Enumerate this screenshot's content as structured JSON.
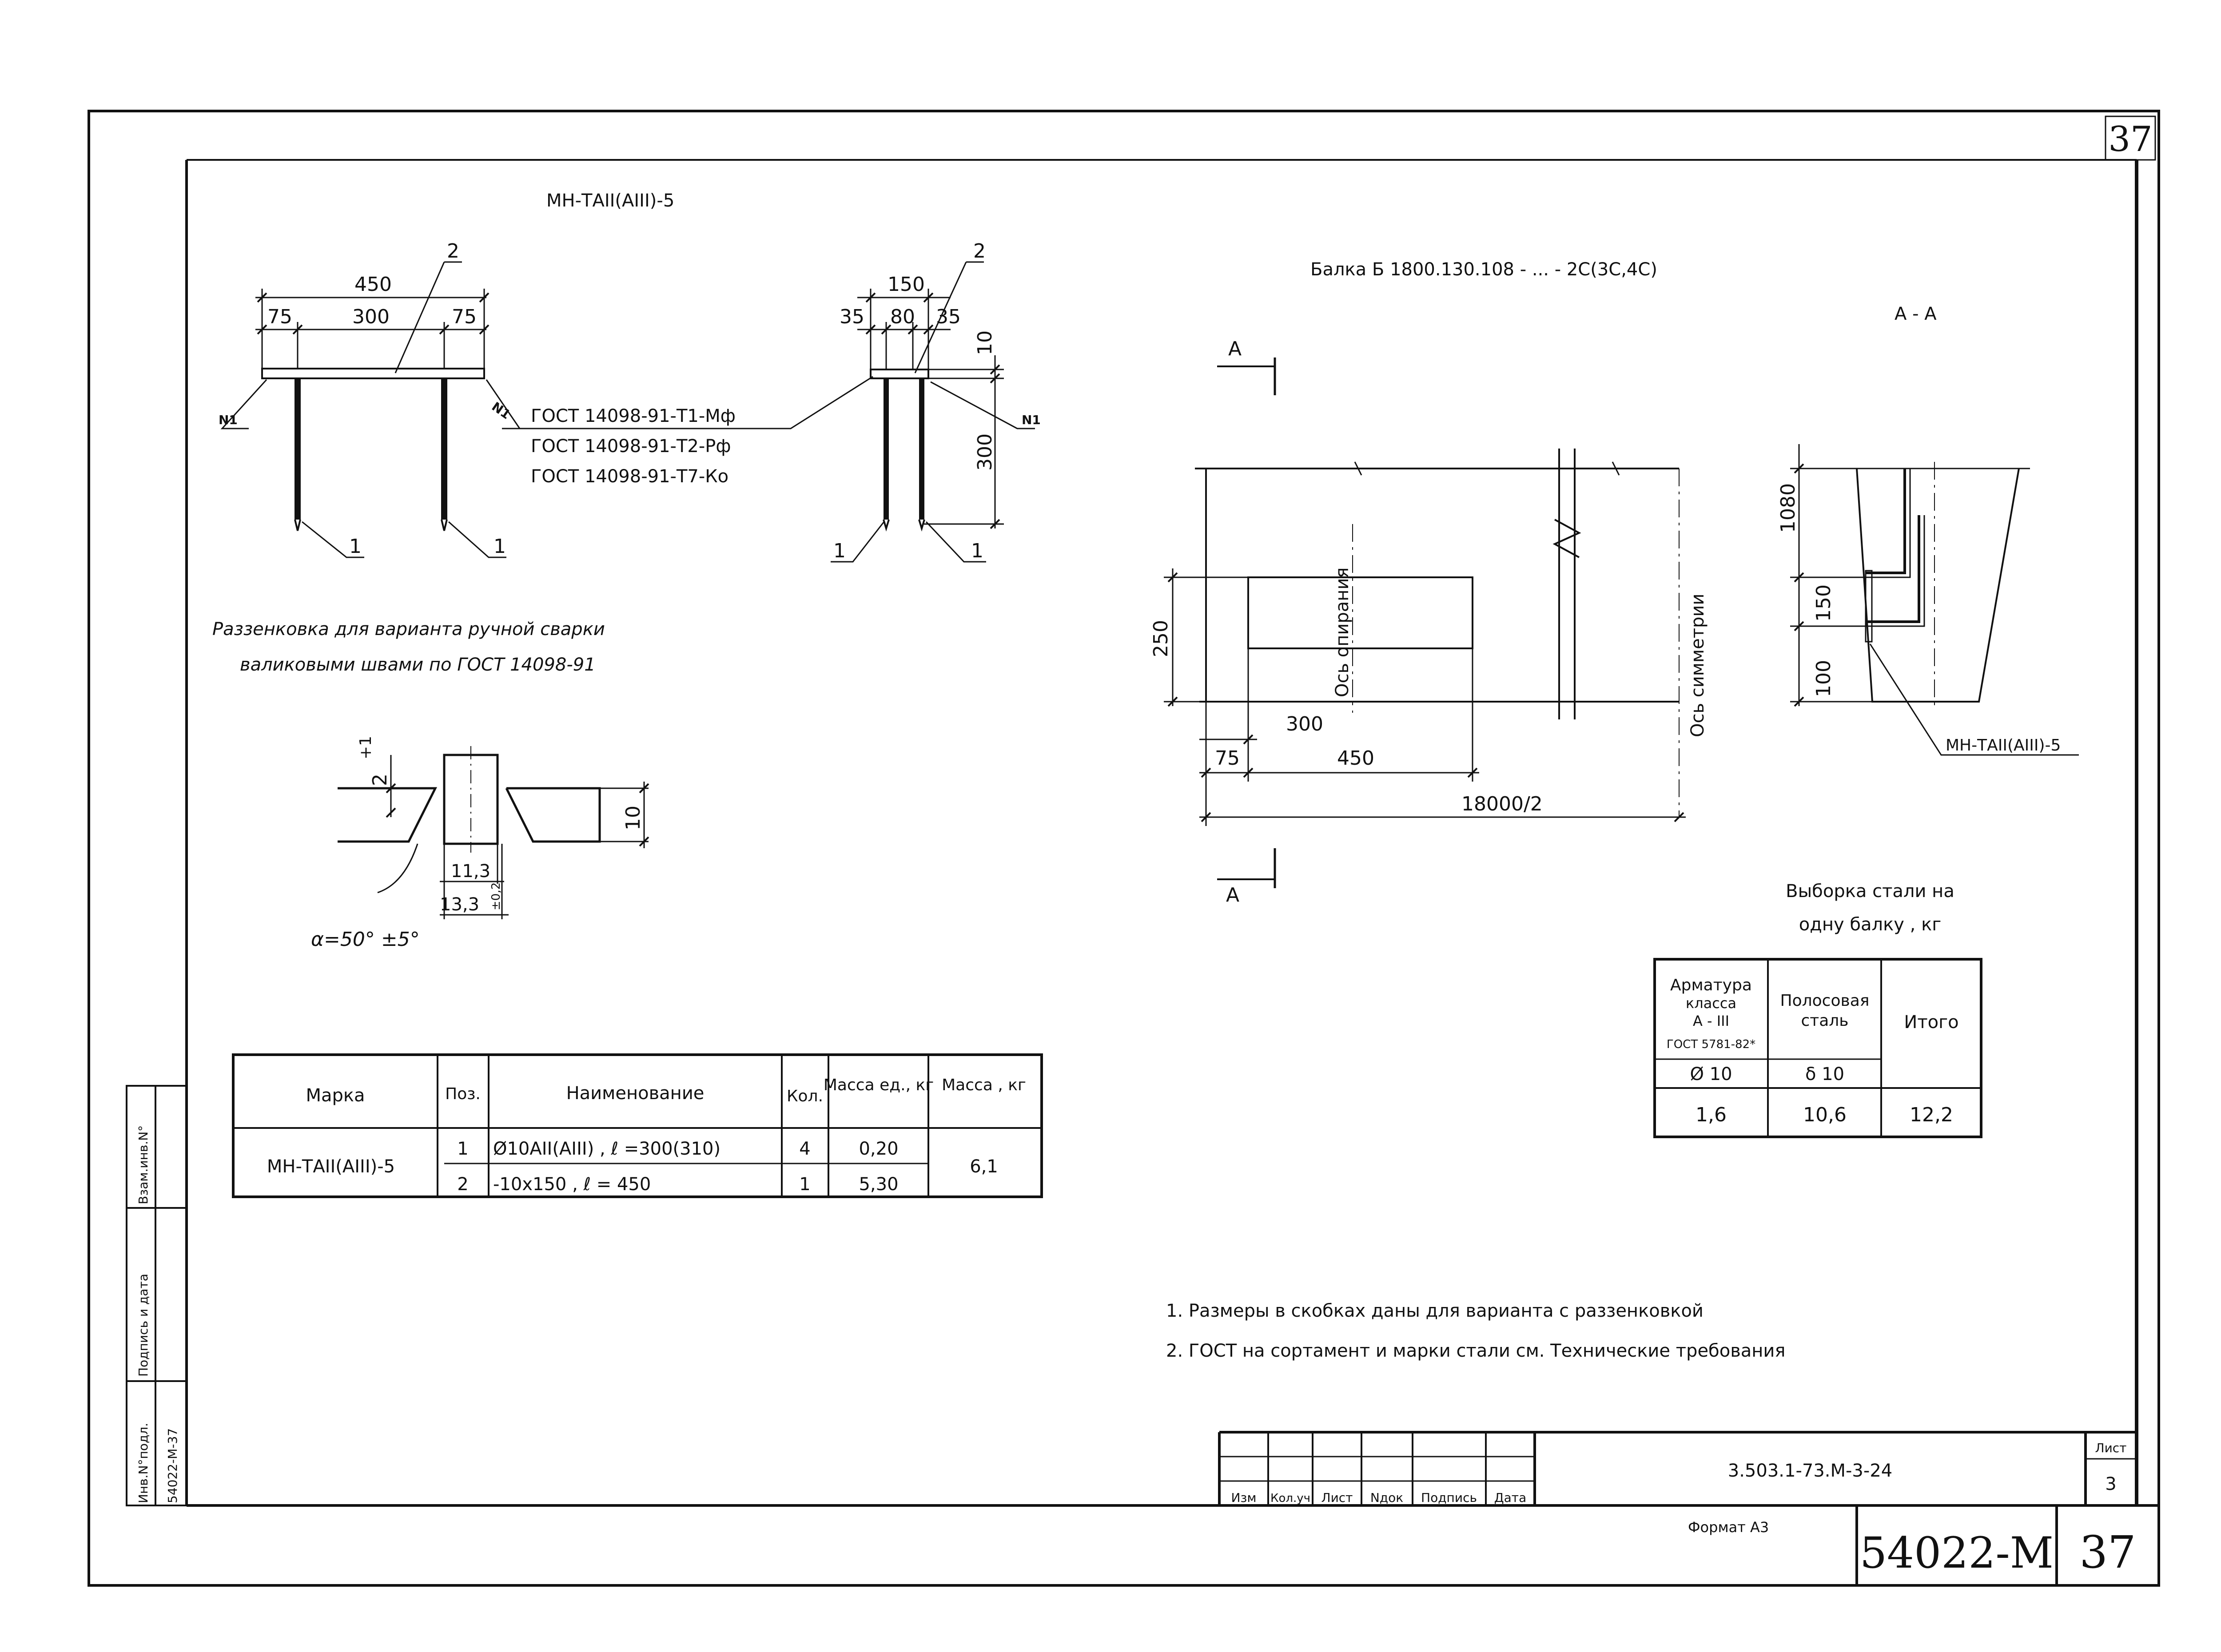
{
  "sheet_number": "37",
  "part1": {
    "title": "МН-ТАII(АIII)-5",
    "dims": {
      "total": "450",
      "edge_left": "75",
      "middle": "300",
      "edge_right": "75",
      "w_total": "150",
      "w_left": "35",
      "w_mid": "80",
      "w_right": "35",
      "thick": "10",
      "height": "300"
    },
    "positions": {
      "p1": "1",
      "p2": "2"
    },
    "weld_mark": "N1",
    "gost_lines": [
      "ГОСТ 14098-91-Т1-Мф",
      "ГОСТ 14098-91-Т2-Рф",
      "ГОСТ 14098-91-Т7-Ко"
    ]
  },
  "countersink": {
    "title_line1": "Раззенковка для варианта ручной сварки",
    "title_line2": "валиковыми швами по ГОСТ 14098-91",
    "dims": {
      "depth": "2",
      "depth_tol": "+1",
      "thick": "10",
      "d1": "11,3",
      "d1_tol": "±0,2",
      "d2": "13,3"
    },
    "angle": "α=50° ±5°"
  },
  "spec_table": {
    "headers": [
      "Марка",
      "Поз.",
      "Наименование",
      "Кол.",
      "Масса ед., кг",
      "Масса , кг"
    ],
    "mark": "МН-ТАII(АIII)-5",
    "rows": [
      {
        "pos": "1",
        "name": "Ø10АII(АIII)  ,  ℓ =300(310)",
        "qty": "4",
        "mass_unit": "0,20"
      },
      {
        "pos": "2",
        "name": "-10x150  ,  ℓ = 450",
        "qty": "1",
        "mass_unit": "5,30"
      }
    ],
    "mass_total": "6,1"
  },
  "beam": {
    "title": "Балка Б 1800.130.108 - ... - 2С(3С,4С)",
    "section_mark": "А",
    "dims": {
      "h": "250",
      "a": "75",
      "b": "300",
      "c": "450",
      "span": "18000/2"
    },
    "axis_support": "Ось опирания",
    "axis_symmetry": "Ось симметрии"
  },
  "section": {
    "title": "А - А",
    "dims": {
      "h": "1080",
      "d1": "150",
      "d2": "100"
    },
    "label": "МН-ТАII(АIII)-5"
  },
  "steel_table": {
    "title_line1": "Выборка стали на",
    "title_line2": "одну балку , кг",
    "col1_lines": [
      "Арматура",
      "класса",
      "А - III",
      "ГОСТ 5781-82*"
    ],
    "col2_lines": [
      "Полосовая",
      "сталь"
    ],
    "col3": "Итого",
    "sub1": "Ø 10",
    "sub2": "δ 10",
    "values": [
      "1,6",
      "10,6",
      "12,2"
    ]
  },
  "notes": [
    "1. Размеры в скобках даны для варианта с раззенковкой",
    "2. ГОСТ на сортамент и марки стали см. Технические требования"
  ],
  "left_strip": [
    "Инв.N°подл.",
    "Подпись и дата",
    "Взам.инв.N°",
    "54022-М-37"
  ],
  "title_block": {
    "columns": [
      "Изм",
      "Кол.уч",
      "Лист",
      "Nдок",
      "Подпись",
      "Дата"
    ],
    "doc_code": "3.503.1-73.М-3-24",
    "sheet_label": "Лист",
    "sheet_value": "3",
    "format": "Формат А3",
    "project_number": "54022-М",
    "page_number": "37"
  }
}
